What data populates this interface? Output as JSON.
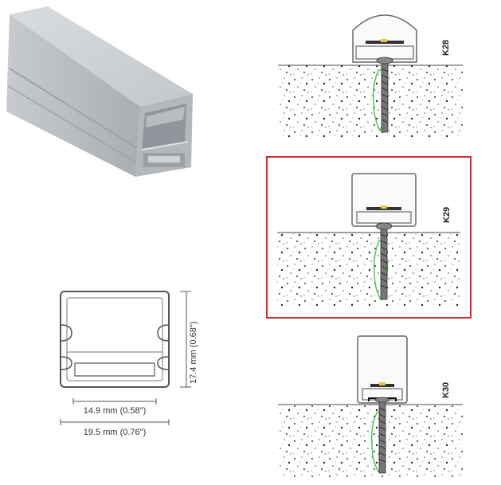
{
  "colors": {
    "highlight": "#d42a2a",
    "screw_green": "#4cc44c",
    "profile_gray": "#b9bdc2",
    "line": "#555555"
  },
  "dimensions": {
    "height": "17.4 mm (0.68\")",
    "inner_width": "14.9 mm (0.58\")",
    "outer_width": "19.5 mm (0.76\")"
  },
  "variants": [
    {
      "label": "K28",
      "selected": false
    },
    {
      "label": "K29",
      "selected": true
    },
    {
      "label": "K30",
      "selected": false
    }
  ]
}
